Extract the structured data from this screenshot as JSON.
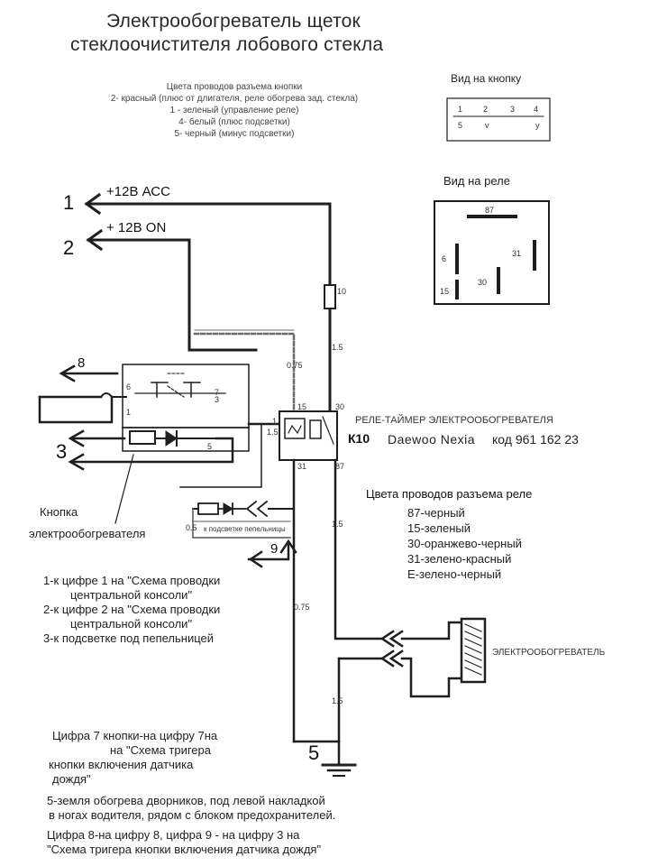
{
  "title": {
    "line1": "Электрообогреватель щеток",
    "line2": "стеклоочистителя лобового стекла"
  },
  "connector_legend": {
    "heading": "Цвета проводов разъема кнопки",
    "lines": [
      "2- красный (плюс от длигателя, реле обогрева зад. стекла)",
      "1 - зеленый (управление реле)",
      "4- белый (плюс подсветки)",
      "5- черный (минус подсветки)"
    ]
  },
  "button_view": {
    "title": "Вид на кнопку",
    "pins_top": [
      "1",
      "2",
      "3",
      "4"
    ],
    "pins_bottom": [
      "5",
      "v",
      "",
      "y"
    ]
  },
  "relay_view": {
    "title": "Вид на реле",
    "pins": {
      "p87": "87",
      "p6": "6",
      "p31": "31",
      "p15": "15",
      "p30": "30"
    }
  },
  "supplies": {
    "acc_number": "1",
    "acc_label": "+12В АСС",
    "on_number": "2",
    "on_label": "+ 12В ON"
  },
  "wire_numbers": {
    "n8": "8",
    "n3": "3",
    "n9": "9",
    "n5": "5"
  },
  "button_pins": {
    "p6": "6",
    "p7": "7",
    "p3": "3",
    "p1": "1",
    "p5": "5"
  },
  "fuse_label": "10",
  "wire_gauges": {
    "g1": "1.5",
    "g2": "0.75",
    "g3": "1.5",
    "g4": "0.75",
    "g5": "1.5",
    "g6": "0.5",
    "g7": "1.5"
  },
  "relay_unit": {
    "label": "РЕЛЕ-ТАЙМЕР ЭЛЕКТРООБОГРЕВАТЕЛЯ",
    "code_prefix": "К10",
    "model": "Daewoo Nexia",
    "code": "код 961 162 23",
    "pin_15": "15",
    "pin_30": "30",
    "pin_1": "1",
    "pin_31": "31",
    "pin_87": "87"
  },
  "button_caption": {
    "line1": "Кнопка",
    "line2": "электрообогревателя"
  },
  "lamp_label": "к подсветке пепельницы",
  "relay_colors": {
    "heading": "Цвета проводов разъема реле",
    "lines": [
      "87-черный",
      "15-зеленый",
      "30-оранжево-черный",
      "31-зелено-красный",
      "Е-зелено-черный"
    ]
  },
  "instructions": [
    "1-к цифре 1 на \"Схема проводки",
    "центральной консоли\"",
    "2-к цифре 2 на \"Схема проводки",
    "центральной консоли\"",
    "3-к подсветке под пепельницей"
  ],
  "heater_label": "ЭЛЕКТРООБОГРЕВАТЕЛЬ",
  "bottom_notes": {
    "n7_a": "Цифра 7 кнопки-на цифру 7на",
    "n7_b": "на \"Схема тригера",
    "n7_c": "кнопки включения датчика",
    "n7_d": "дождя\"",
    "n5_a": "5-земля обогрева дворников, под левой накладкой",
    "n5_b": "в ногах водителя, рядом с блоком предохранителей.",
    "n8_a": "Цифра 8-на цифру 8, цифра 9 - на цифру 3 на",
    "n8_b": "\"Схема тригера кнопки включения датчика дождя\""
  },
  "colors": {
    "line": "#1e1e1e",
    "dashed": "#6a6a6a",
    "grey_box": "#555555"
  }
}
